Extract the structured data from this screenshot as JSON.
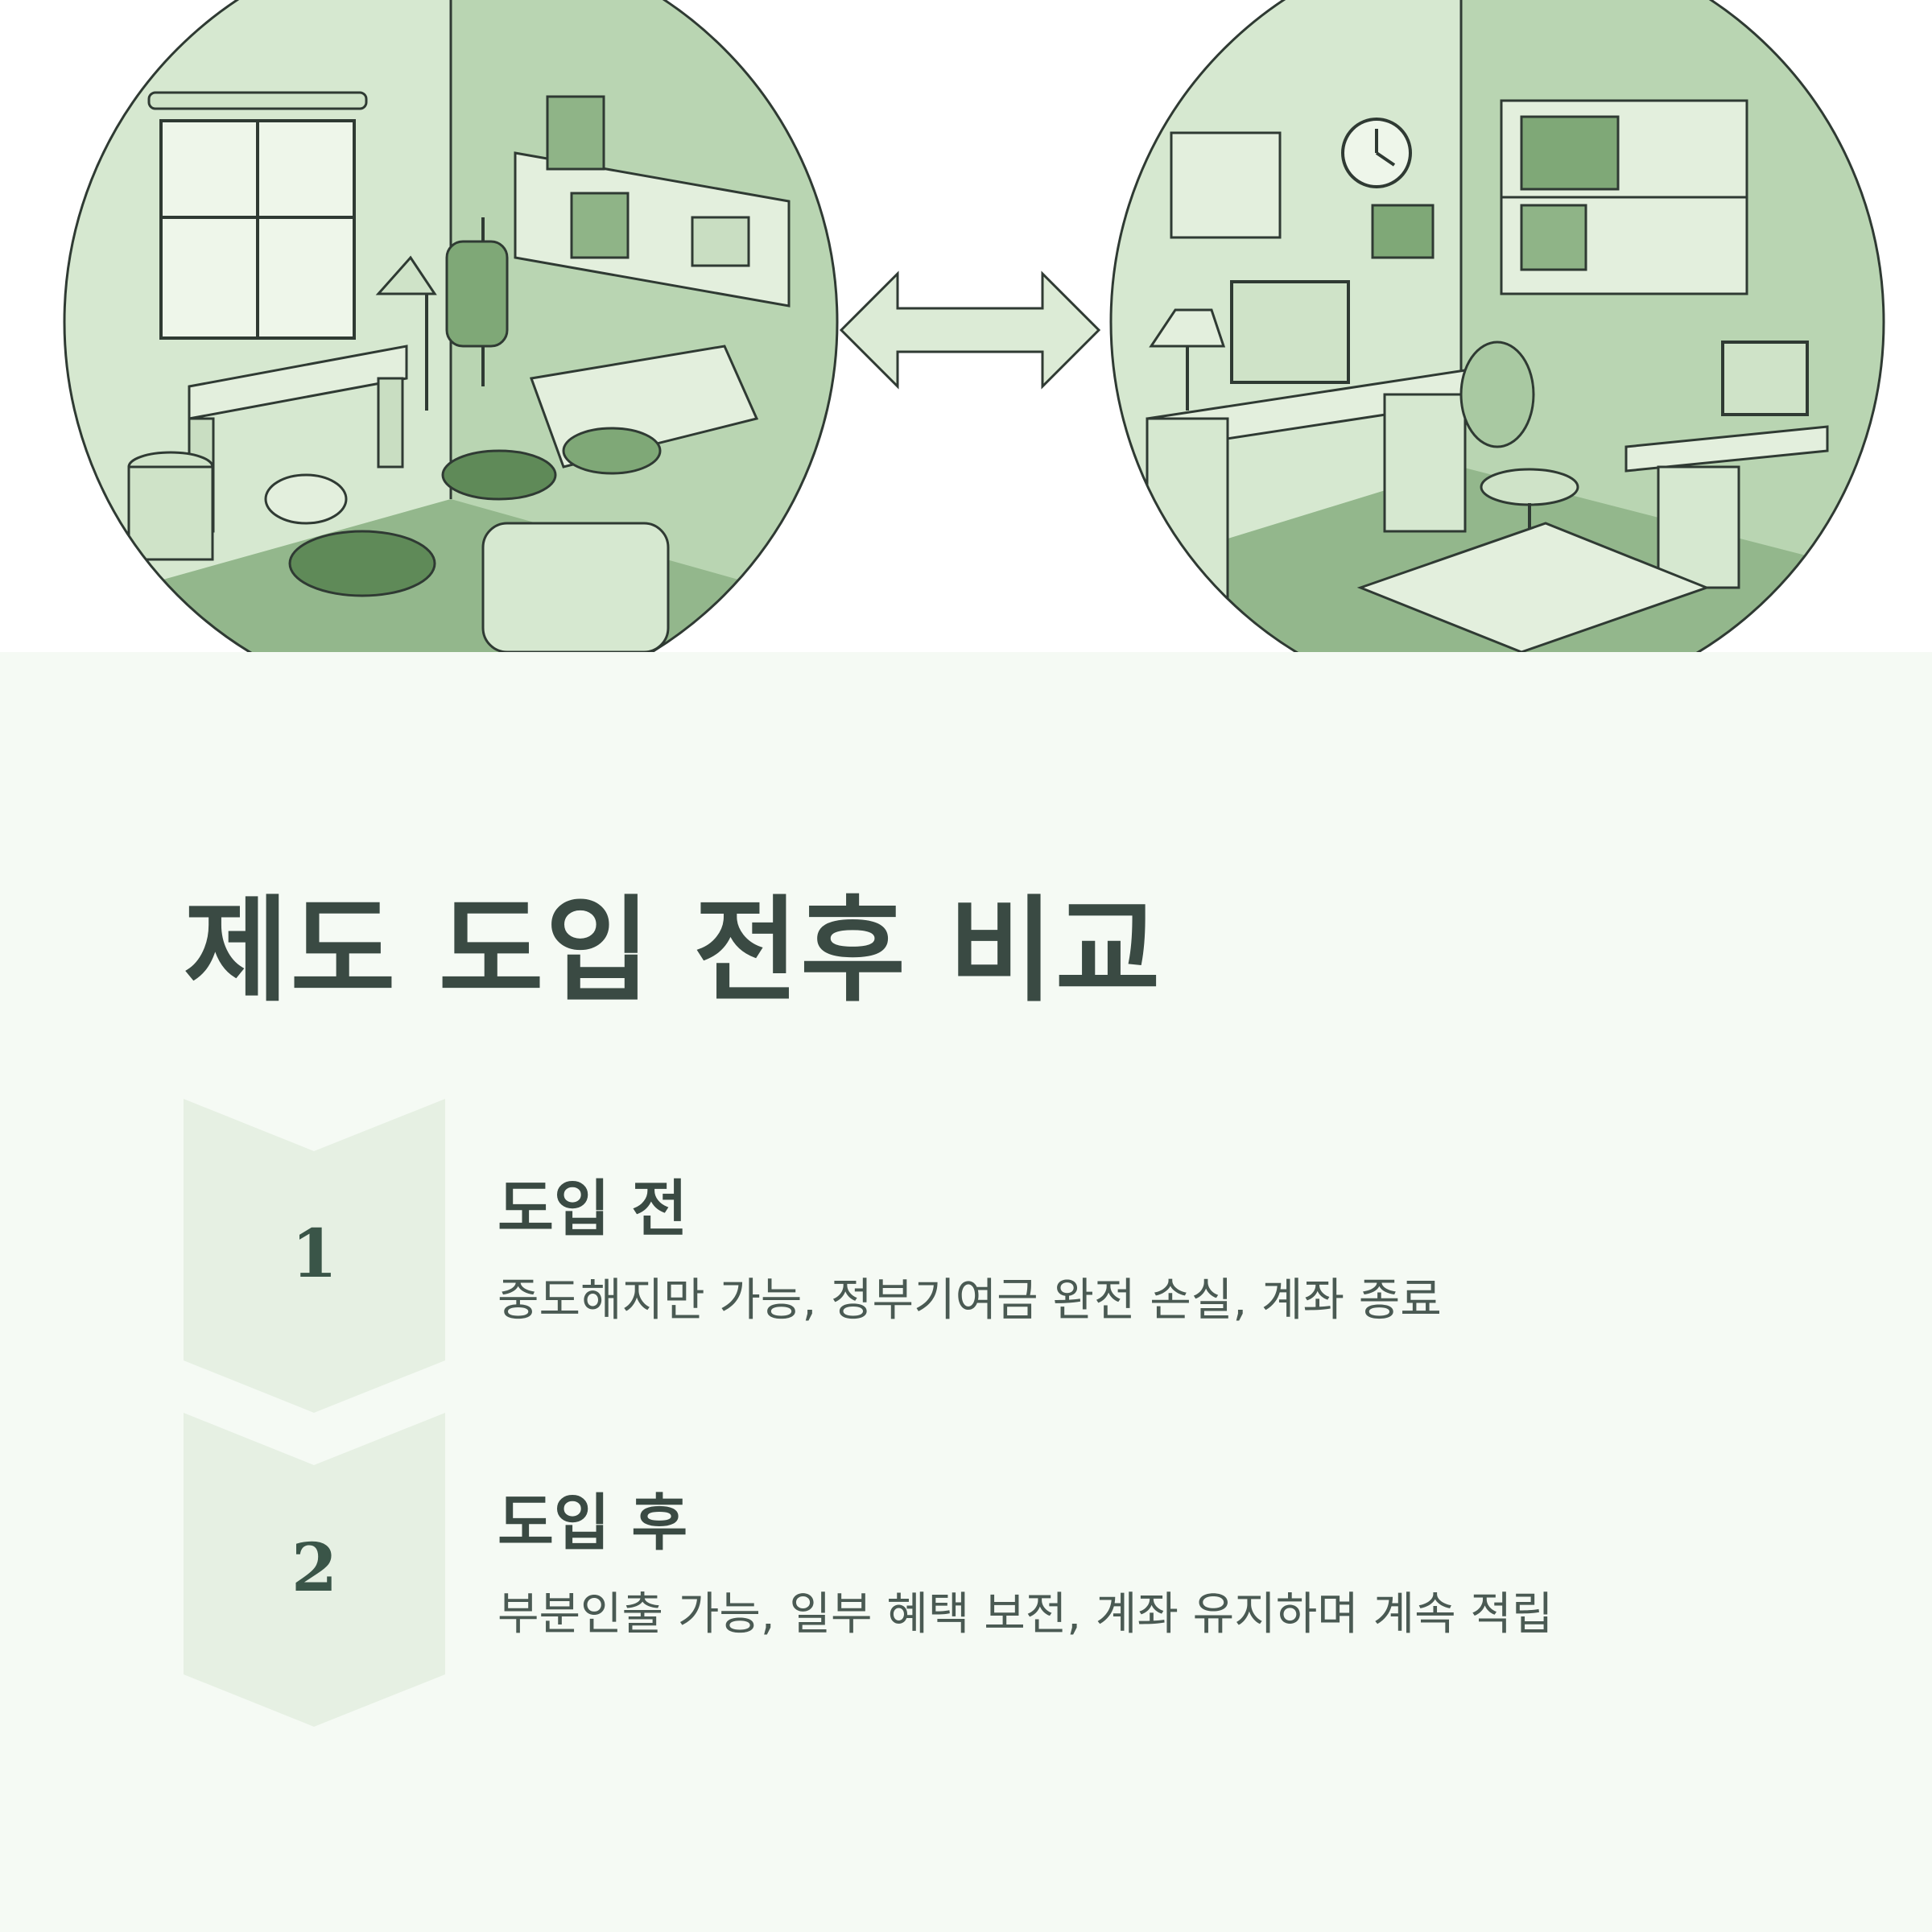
{
  "hero": {
    "before_scene": "cluttered-room-illustration",
    "after_scene": "organized-room-illustration",
    "arrow_icon": "double-arrow-icon",
    "colors": {
      "circle_fill": "#a9c9a2",
      "circle_light": "#d6e8d0",
      "line": "#2f3a33",
      "arrow_fill": "#dcebd6"
    }
  },
  "title": "제도 도입 전후 비교",
  "steps": [
    {
      "number": "1",
      "title": "도입 전",
      "description": "중도해지만 가능, 정부기여금 완전 손실, 계좌 종료"
    },
    {
      "number": "2",
      "title": "도입 후",
      "description": "부분인출 가능, 일부 혜택 보전, 계좌 유지하며 계속 적립"
    }
  ],
  "colors": {
    "background": "#f5faf4",
    "chevron": "#e6f0e3",
    "text_dark": "#3a4a43"
  }
}
